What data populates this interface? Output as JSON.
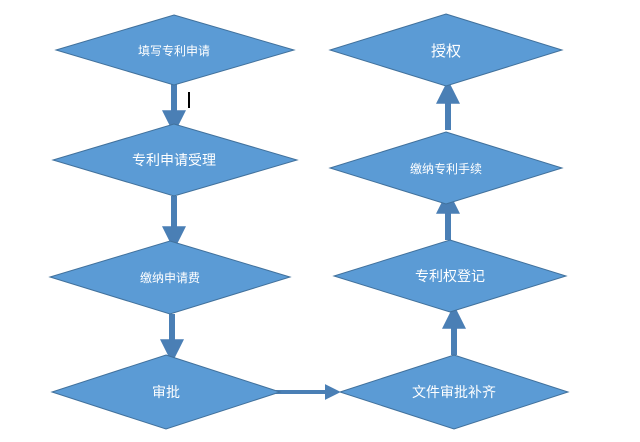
{
  "colors": {
    "node_fill": "#5B9BD5",
    "node_stroke": "#41719C",
    "arrow": "#4A7FB5",
    "text": "#FFFFFF"
  },
  "nodes": {
    "fill_application": "填写专利申请",
    "accept_application": "专利申请受理",
    "pay_application_fee": "缴纳申请费",
    "review": "审批",
    "supplement_documents": "文件审批补齐",
    "register_patent": "专利权登记",
    "pay_patent_procedure": "缴纳专利手续",
    "grant": "授权"
  }
}
